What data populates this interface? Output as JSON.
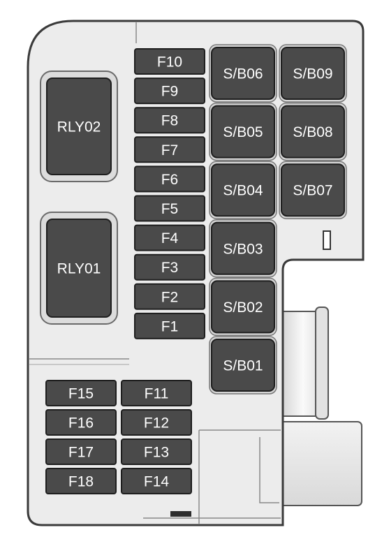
{
  "relays": [
    {
      "id": "rly02",
      "label": "RLY02"
    },
    {
      "id": "rly01",
      "label": "RLY01"
    }
  ],
  "fuses_column": [
    {
      "id": "f10",
      "label": "F10"
    },
    {
      "id": "f9",
      "label": "F9"
    },
    {
      "id": "f8",
      "label": "F8"
    },
    {
      "id": "f7",
      "label": "F7"
    },
    {
      "id": "f6",
      "label": "F6"
    },
    {
      "id": "f5",
      "label": "F5"
    },
    {
      "id": "f4",
      "label": "F4"
    },
    {
      "id": "f3",
      "label": "F3"
    },
    {
      "id": "f2",
      "label": "F2"
    },
    {
      "id": "f1",
      "label": "F1"
    }
  ],
  "fuses_bottom_left": [
    {
      "id": "f15",
      "label": "F15"
    },
    {
      "id": "f16",
      "label": "F16"
    },
    {
      "id": "f17",
      "label": "F17"
    },
    {
      "id": "f18",
      "label": "F18"
    }
  ],
  "fuses_bottom_right": [
    {
      "id": "f11",
      "label": "F11"
    },
    {
      "id": "f12",
      "label": "F12"
    },
    {
      "id": "f13",
      "label": "F13"
    },
    {
      "id": "f14",
      "label": "F14"
    }
  ],
  "sb_fuses_left": [
    {
      "id": "sb06",
      "label": "S/B06"
    },
    {
      "id": "sb05",
      "label": "S/B05"
    },
    {
      "id": "sb04",
      "label": "S/B04"
    },
    {
      "id": "sb03",
      "label": "S/B03"
    },
    {
      "id": "sb02",
      "label": "S/B02"
    },
    {
      "id": "sb01",
      "label": "S/B01"
    }
  ],
  "sb_fuses_right": [
    {
      "id": "sb09",
      "label": "S/B09"
    },
    {
      "id": "sb08",
      "label": "S/B08"
    },
    {
      "id": "sb07",
      "label": "S/B07"
    }
  ],
  "colors": {
    "housing_fill": "#ececec",
    "housing_stroke": "#3a3a3a",
    "component_fill": "#4a4a4a",
    "component_stroke": "#1e1e1e",
    "label": "#ffffff"
  }
}
